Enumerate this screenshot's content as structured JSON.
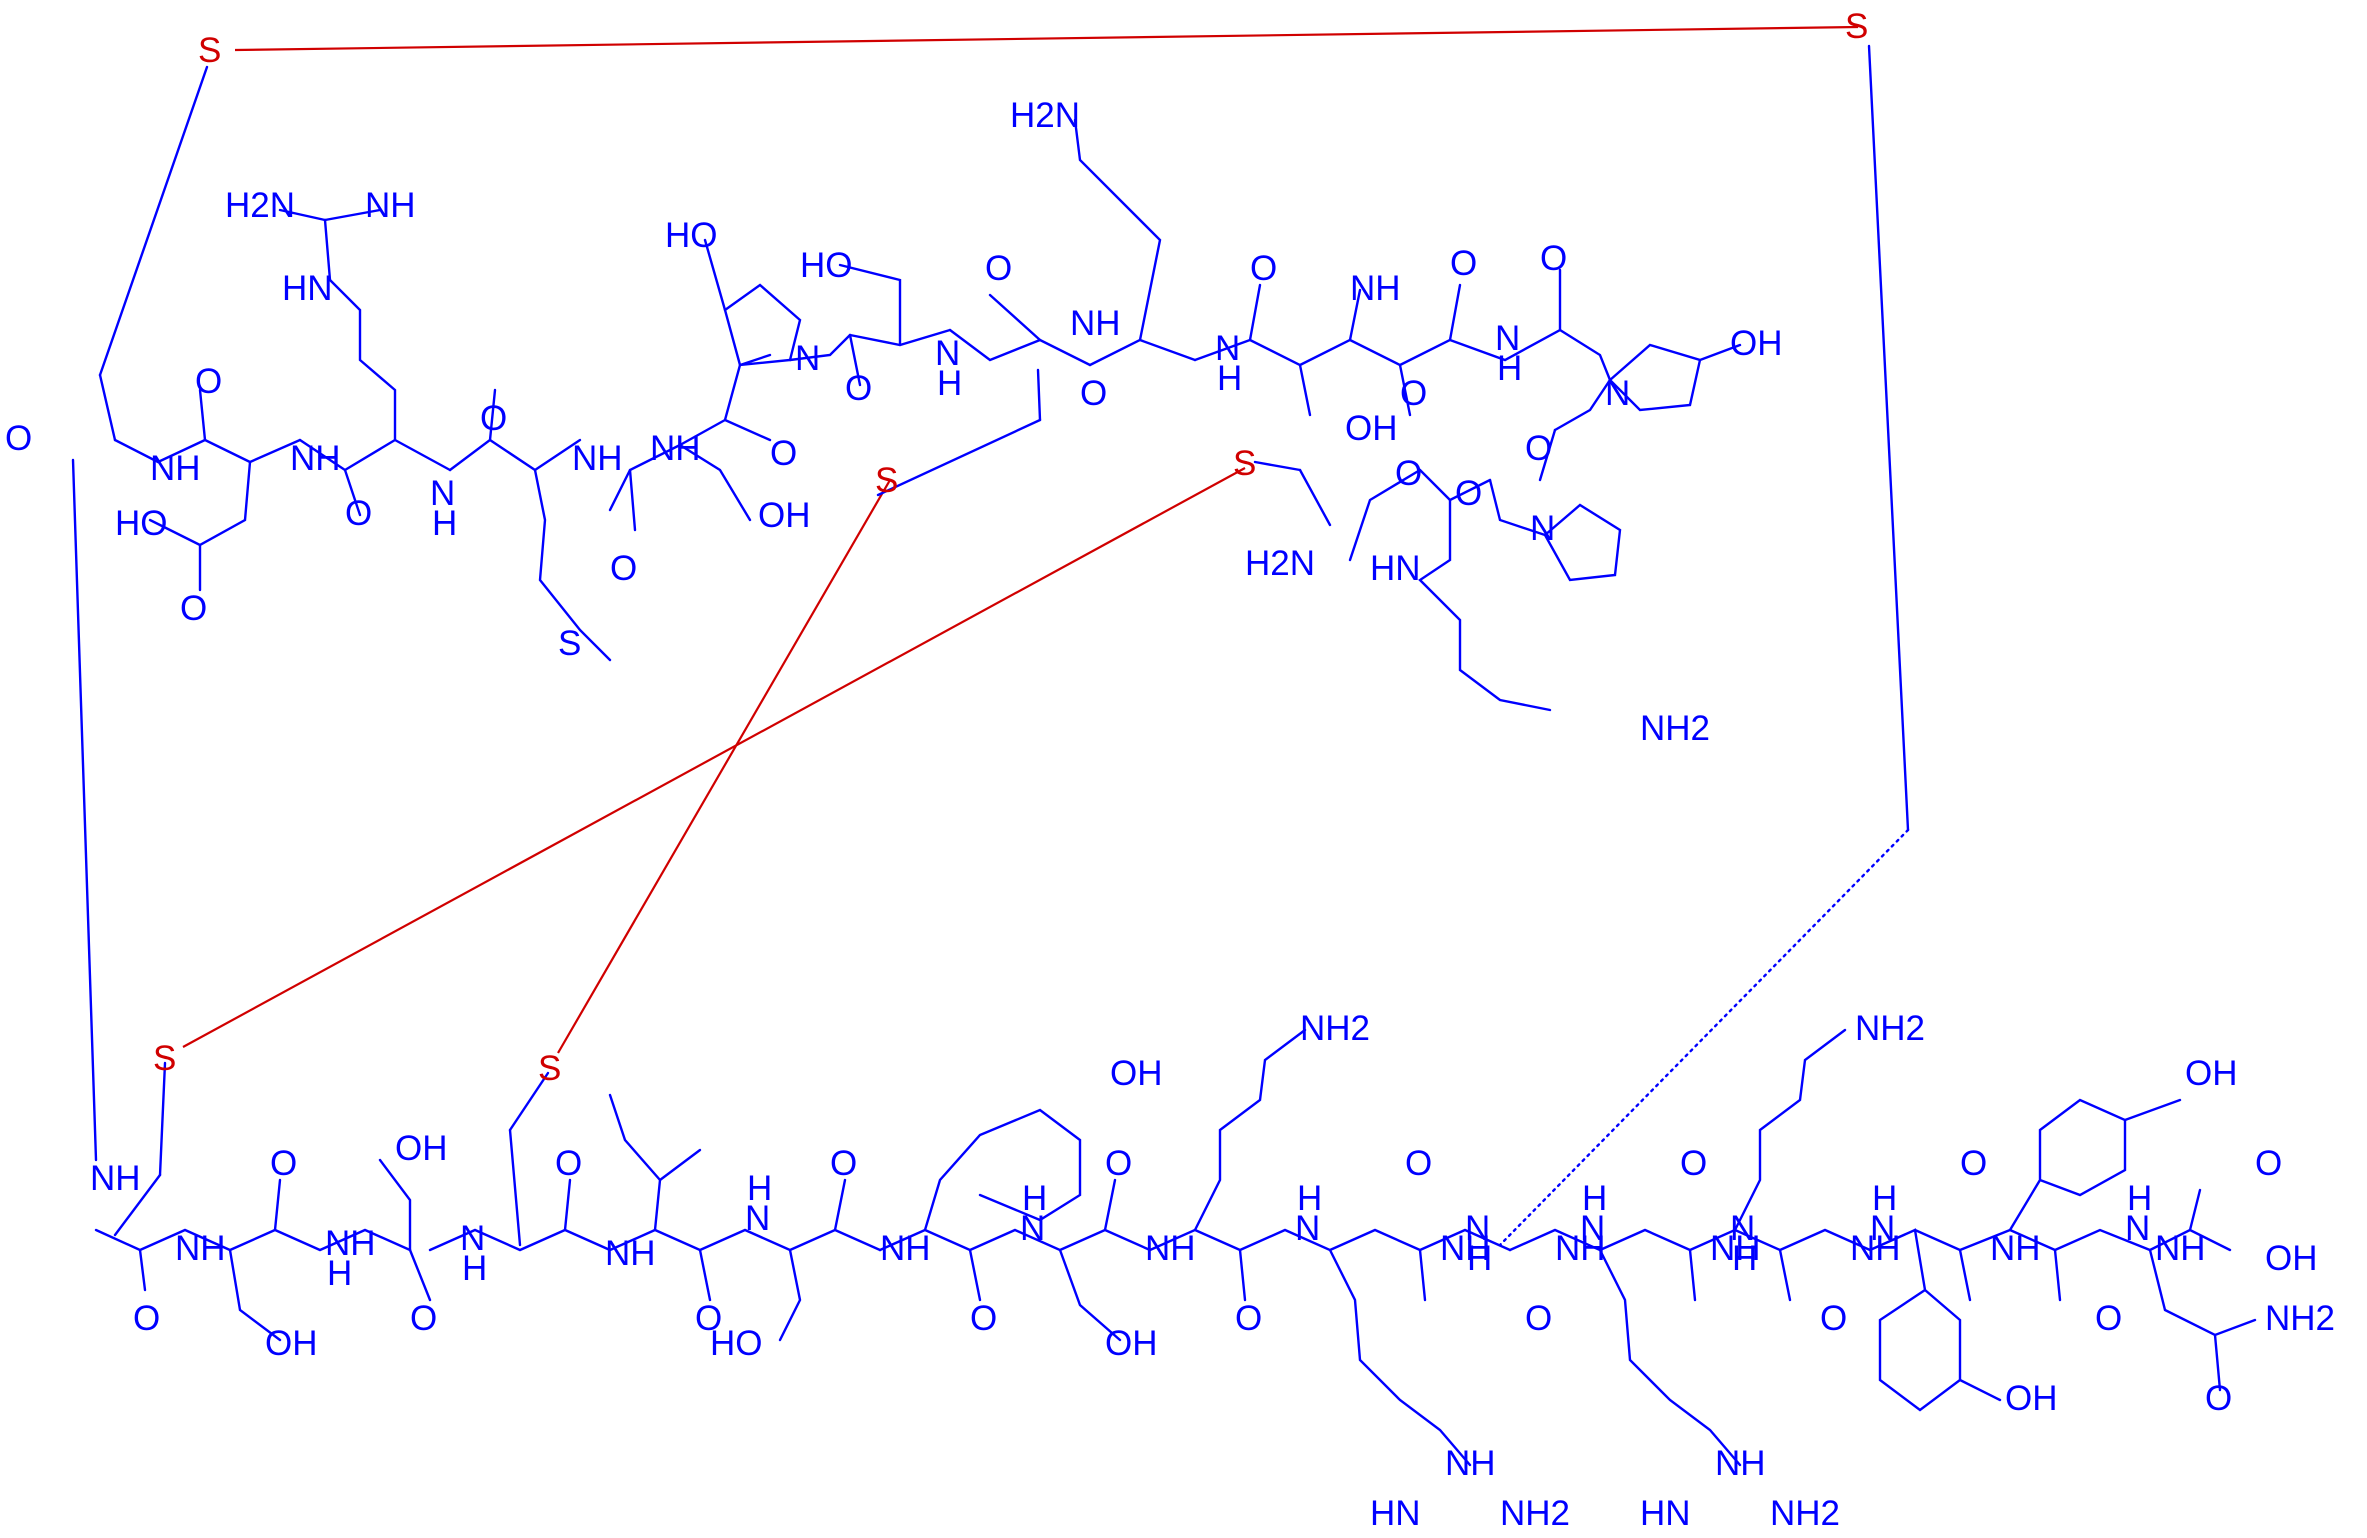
{
  "colors": {
    "bond": "#0000ff",
    "disulfide": "#d00000",
    "background": "#ffffff"
  },
  "atoms": {
    "s_top_left": "S",
    "s_top_right": "S",
    "s_mid_a": "S",
    "s_mid_b": "S",
    "s_low_a": "S",
    "s_low_b": "S",
    "guan_nh2": "H2N",
    "guan_nh": "NH",
    "guan_hn": "HN",
    "hyp1_oh": "HO",
    "ser1_oh": "HO",
    "lys1_nh2": "H2N",
    "c_o1": "O",
    "asp_nh": "NH",
    "asp_o": "O",
    "asp_ho": "HO",
    "asp_o2": "O",
    "arg_nh": "NH",
    "arg_o": "O",
    "arg_n": "N",
    "arg_h": "H",
    "met_o": "O",
    "met_nh": "NH",
    "met_s": "S",
    "met_o2": "O",
    "ser2_nh": "NH",
    "ser2_oh": "OH",
    "ser2_o": "O",
    "hyp_n": "N",
    "hyp_o": "O",
    "ser3_o": "O",
    "ser3_n": "N",
    "ser3_h": "H",
    "cys_o": "O",
    "cys_nh": "NH",
    "lys_o": "O",
    "lys_n": "N",
    "lys_h": "H",
    "ser4_o": "O",
    "ser4_nh": "NH",
    "ser4_oh": "OH",
    "gly_o": "O",
    "gly_n": "N",
    "gly_h": "H",
    "hyp2_o": "O",
    "hyp2_n": "N",
    "hyp2_oh": "OH",
    "pro_o": "O",
    "pro_n": "N",
    "cys2_o": "O",
    "cys2_h2n": "H2N",
    "lys2_o": "O",
    "lys2_hn": "HN",
    "lys2_nh2": "NH2",
    "nh_left": "NH",
    "o_left1": "O",
    "thr1_nh": "NH",
    "thr1_o": "O",
    "thr1_oh": "OH",
    "thr2_o": "O",
    "thr2_oh": "OH",
    "thr2_nh": "NH",
    "thr2_h": "H",
    "cys3_o": "O",
    "cys3_n": "N",
    "cys3_h": "H",
    "ile_o": "O",
    "ile_nh": "NH",
    "ile_n": "N",
    "ile_h": "H",
    "ser5_o": "O",
    "ser5_nh": "NH",
    "ser5_ho": "HO",
    "tyr1_oh": "OH",
    "tyr1_o": "O",
    "tyr1_n": "N",
    "tyr1_h": "H",
    "thr3_o": "O",
    "thr3_nh": "NH",
    "thr3_oh": "OH",
    "lys3_nh2": "NH2",
    "lys3_o": "O",
    "lys3_n": "N",
    "lys3_h": "H",
    "arg2_o": "O",
    "arg2_nh": "NH",
    "arg2_n": "N",
    "arg2_h": "H",
    "arg2_gnh": "NH",
    "arg2_hn": "HN",
    "arg2_nh2": "NH2",
    "gly2_o": "O",
    "gly2_nh": "NH",
    "gly2_n": "N",
    "gly2_h": "H",
    "arg3_o": "O",
    "arg3_nh": "NH",
    "arg3_n": "N",
    "arg3_h": "H",
    "arg3_gnh": "NH",
    "arg3_hn": "HN",
    "arg3_nh2": "NH2",
    "lys4_nh2": "NH2",
    "lys4_o": "O",
    "lys4_nh": "NH",
    "lys4_n": "N",
    "lys4_h": "H",
    "tyr2_o": "O",
    "tyr2_nh": "NH",
    "tyr2_oh": "OH",
    "tyr3_oh": "OH",
    "tyr3_o": "O",
    "tyr3_n": "N",
    "tyr3_h": "H",
    "asn_nh": "NH",
    "asn_o": "O",
    "asn_oh": "OH",
    "asn_nh2": "NH2",
    "asn_o2": "O"
  }
}
